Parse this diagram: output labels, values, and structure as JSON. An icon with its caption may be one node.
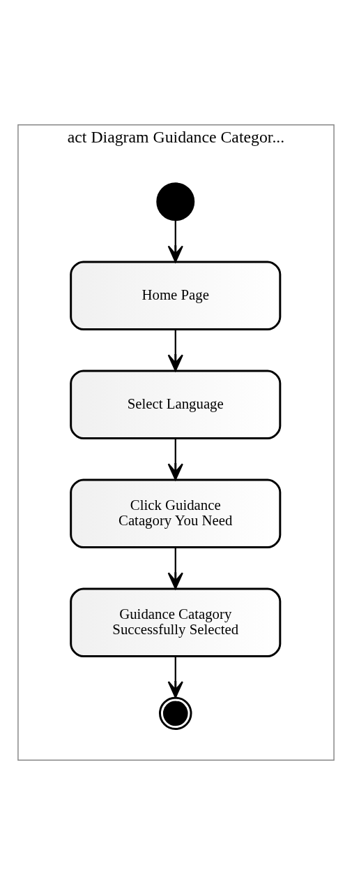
{
  "diagram": {
    "nodes": [
      {
        "text": [
          "act Diagram Guidance Categor..."
        ]
      },
      {
        "text": [],
        "shape": "circle",
        "in": 0
      },
      {
        "text": [
          "Home Page"
        ],
        "in": 0
      },
      {
        "text": [
          "Select Language"
        ],
        "in": 0
      },
      {
        "text": [
          "Click Guidance Catagory You Need"
        ],
        "in": 0
      },
      {
        "text": [
          "Guidance Catagory Successfully Selected"
        ],
        "in": 0
      },
      {
        "text": [],
        "shape": "bullseye",
        "in": 0
      }
    ],
    "edges": [
      {
        "from": 1,
        "to": 2,
        "arrow": "to"
      },
      {
        "from": 2,
        "to": 3,
        "arrow": "to"
      },
      {
        "from": 3,
        "to": 4,
        "arrow": "to"
      },
      {
        "from": 4,
        "to": 5,
        "arrow": "to"
      },
      {
        "from": 5,
        "to": 6,
        "arrow": "to"
      }
    ]
  }
}
